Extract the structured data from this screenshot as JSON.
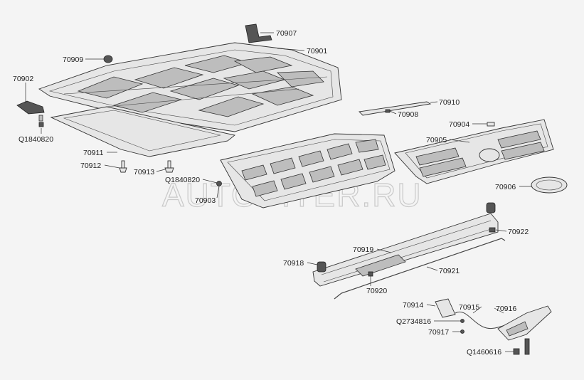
{
  "watermark": "AUTOPITER.RU",
  "labels": {
    "p70907": "70907",
    "p70901": "70901",
    "p70909": "70909",
    "p70902": "70902",
    "q1840820_a": "Q1840820",
    "p70910": "70910",
    "p70908": "70908",
    "p70904": "70904",
    "p70905": "70905",
    "p70911": "70911",
    "p70912": "70912",
    "p70913": "70913",
    "q1840820_b": "Q1840820",
    "p70903": "70903",
    "p70906": "70906",
    "p70922": "70922",
    "p70919": "70919",
    "p70918": "70918",
    "p70921": "70921",
    "p70920": "70920",
    "p70914": "70914",
    "p70915": "70915",
    "p70916": "70916",
    "q2734816": "Q2734816",
    "p70917": "70917",
    "q1460616": "Q1460616"
  }
}
